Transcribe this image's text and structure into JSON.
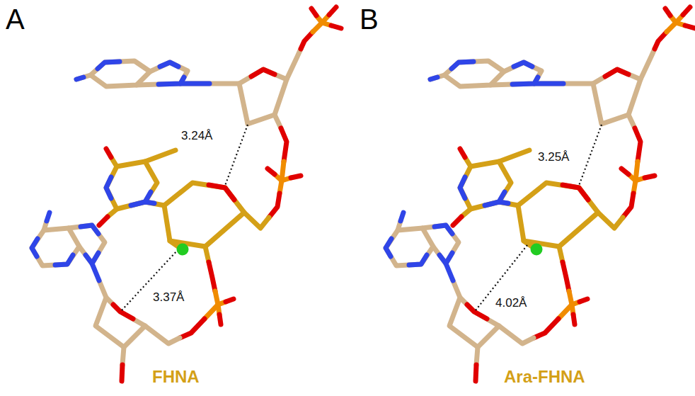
{
  "diagram": {
    "labels": [
      "A",
      "3.24Å",
      "3.37Å",
      "FHNA",
      "B",
      "3.25Å",
      "4.02Å",
      "Ara-FHNA"
    ]
  }
}
